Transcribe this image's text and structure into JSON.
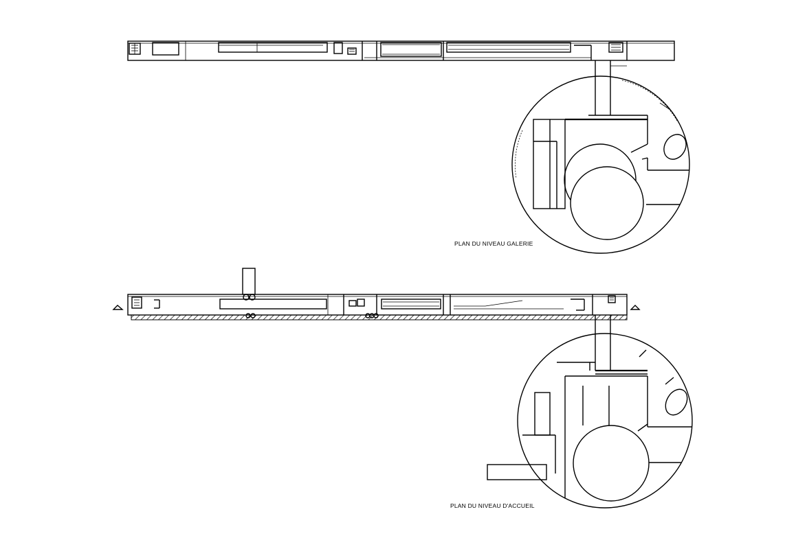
{
  "plans": [
    {
      "id": "galerie",
      "caption": "PLAN DU NIVEAU GALERIE"
    },
    {
      "id": "accueil",
      "caption": "PLAN DU NIVEAU D'ACCUEIL"
    }
  ],
  "colors": {
    "ink": "#000000",
    "paper": "#ffffff"
  }
}
